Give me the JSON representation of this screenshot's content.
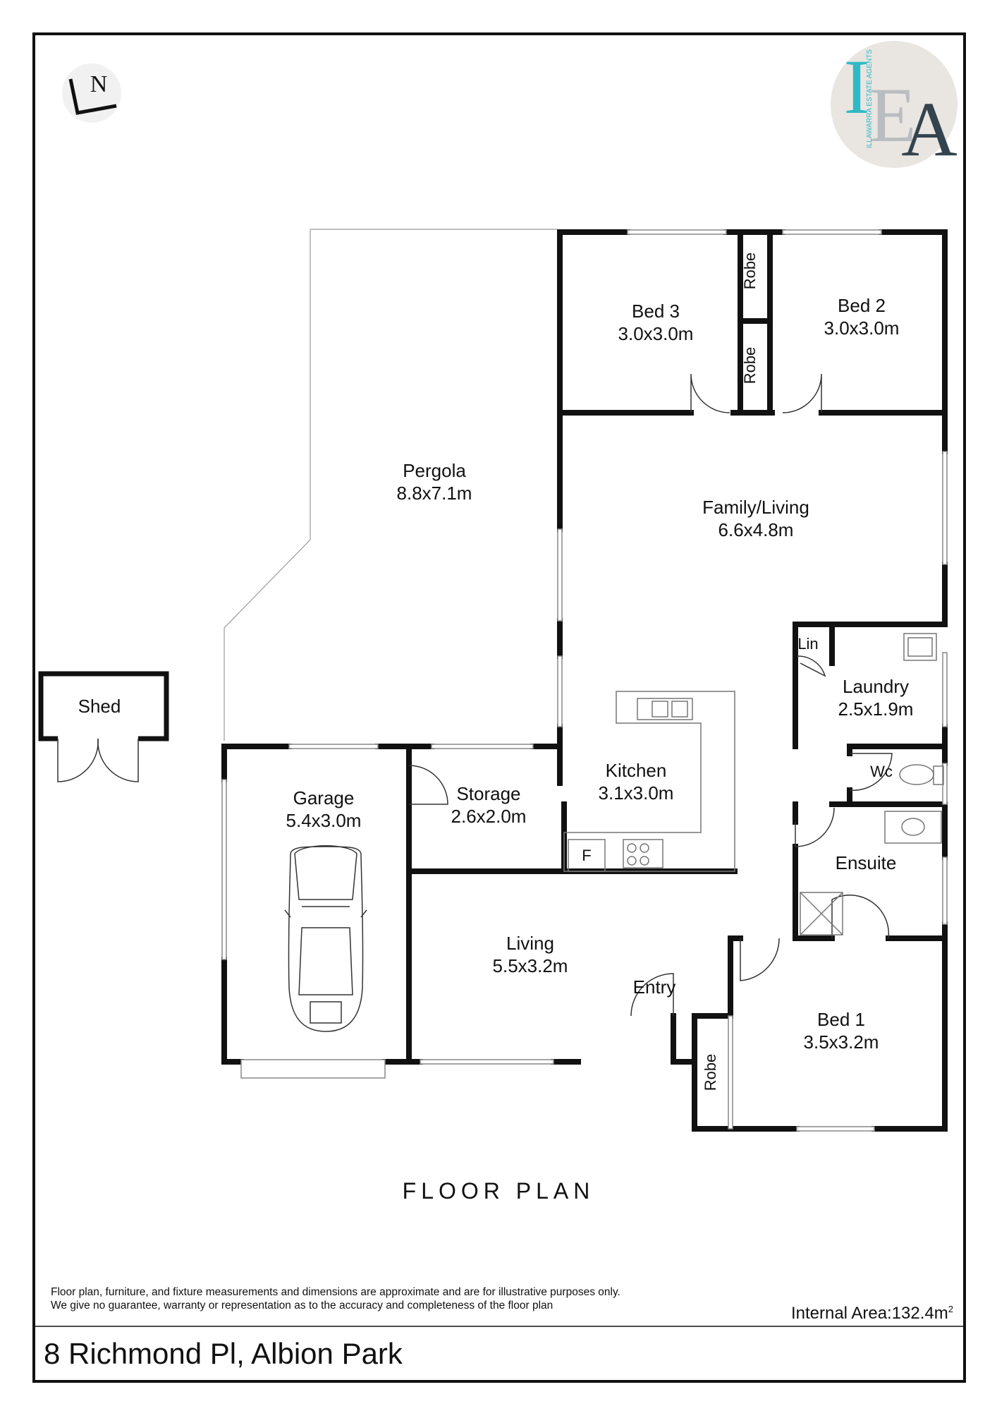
{
  "compass_letter": "N",
  "logo": {
    "letters": [
      "I",
      "E",
      "A"
    ],
    "text": "ILLAWARRA ESTATE AGENTS",
    "colors": {
      "teal": "#2fb9c6",
      "slate": "#34444f",
      "circle": "#e9e5e1"
    }
  },
  "rooms": {
    "pergola": {
      "name": "Pergola",
      "dim": "8.8x7.1m"
    },
    "bed3": {
      "name": "Bed 3",
      "dim": "3.0x3.0m"
    },
    "bed2": {
      "name": "Bed 2",
      "dim": "3.0x3.0m"
    },
    "family": {
      "name": "Family/Living",
      "dim": "6.6x4.8m"
    },
    "laundry": {
      "name": "Laundry",
      "dim": "2.5x1.9m"
    },
    "kitchen": {
      "name": "Kitchen",
      "dim": "3.1x3.0m"
    },
    "storage": {
      "name": "Storage",
      "dim": "2.6x2.0m"
    },
    "garage": {
      "name": "Garage",
      "dim": "5.4x3.0m"
    },
    "living": {
      "name": "Living",
      "dim": "5.5x3.2m"
    },
    "bed1": {
      "name": "Bed 1",
      "dim": "3.5x3.2m"
    }
  },
  "labels": {
    "shed": "Shed",
    "robe": "Robe",
    "lin": "Lin",
    "wc": "Wc",
    "ensuite": "Ensuite",
    "entry": "Entry",
    "fridge": "F"
  },
  "title": "FLOOR PLAN",
  "disclaimer": [
    "Floor plan, furniture, and fixture measurements and dimensions are approximate and are for illustrative purposes only.",
    "We give no guarantee, warranty or representation as to the accuracy and completeness of the floor plan"
  ],
  "internal_area": {
    "label": "Internal Area:132.4m",
    "sup": "2"
  },
  "address": "8 Richmond Pl, Albion Park"
}
